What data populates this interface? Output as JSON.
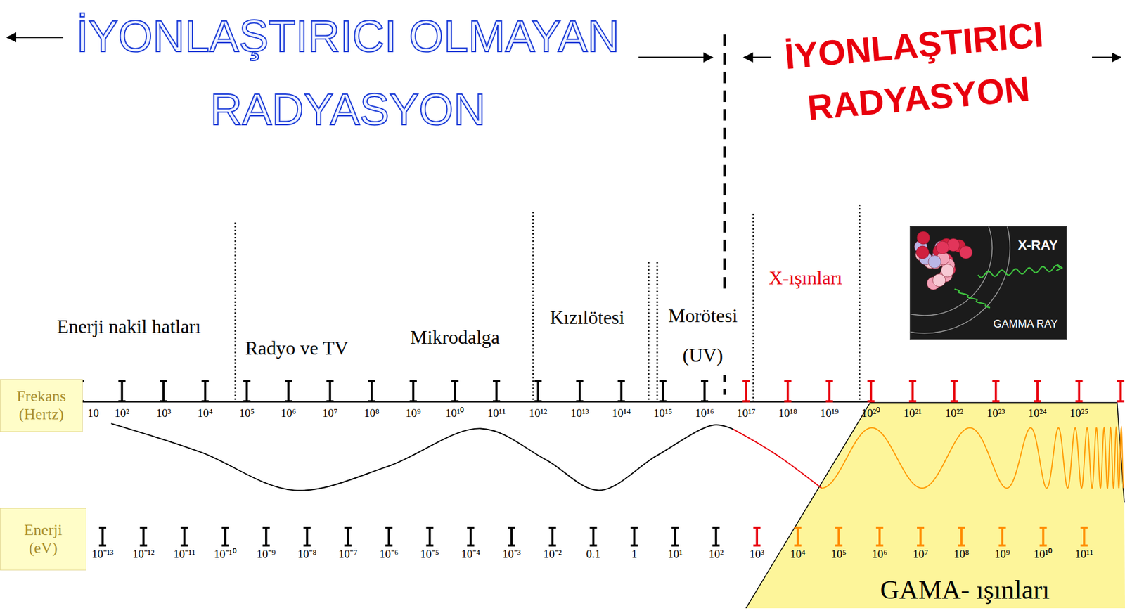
{
  "diagram": {
    "nodes": [
      {
        "text": [
          "X-RAY",
          "GAMMA RAY"
        ]
      },
      {
        "text": [
          "Frekans (Hertz)"
        ]
      },
      {
        "text": [
          "GAMA- ışınları"
        ]
      },
      {
        "text": [
          "Enerji (eV)"
        ]
      }
    ],
    "labels": [
      "İYONLAŞTIRICI OLMAYAN RADYASYON",
      "İYONLAŞTIRICI RADYASYON",
      "Enerji nakil hatları",
      "Radyo ve TV",
      "Mikrodalga",
      "Kızılötesi",
      "Morötesi (UV)",
      "X-ışınları",
      "10",
      "10²",
      "10³",
      "10⁴",
      "10⁵",
      "10⁶",
      "10⁷",
      "10⁸",
      "10⁹",
      "10¹⁰",
      "10¹¹",
      "10¹²",
      "10¹³",
      "10¹⁴",
      "10¹⁵",
      "10¹⁶",
      "10¹⁷",
      "10¹⁸",
      "10¹⁹",
      "10²⁰",
      "10²¹",
      "10²²",
      "10²³",
      "10²⁴",
      "10²⁵",
      "10⁻¹³",
      "10⁻¹²",
      "10⁻¹¹",
      "10⁻¹⁰",
      "10⁻⁹",
      "10⁻⁸",
      "10⁻⁷",
      "10⁻⁶",
      "10⁻⁵",
      "10⁻⁴",
      "10⁻³",
      "10⁻²",
      "0.1",
      "1",
      "10¹",
      "10²",
      "10³",
      "10⁴",
      "10⁵",
      "10⁶",
      "10⁷",
      "10⁸",
      "10⁹",
      "10¹⁰",
      "10¹¹"
    ]
  }
}
